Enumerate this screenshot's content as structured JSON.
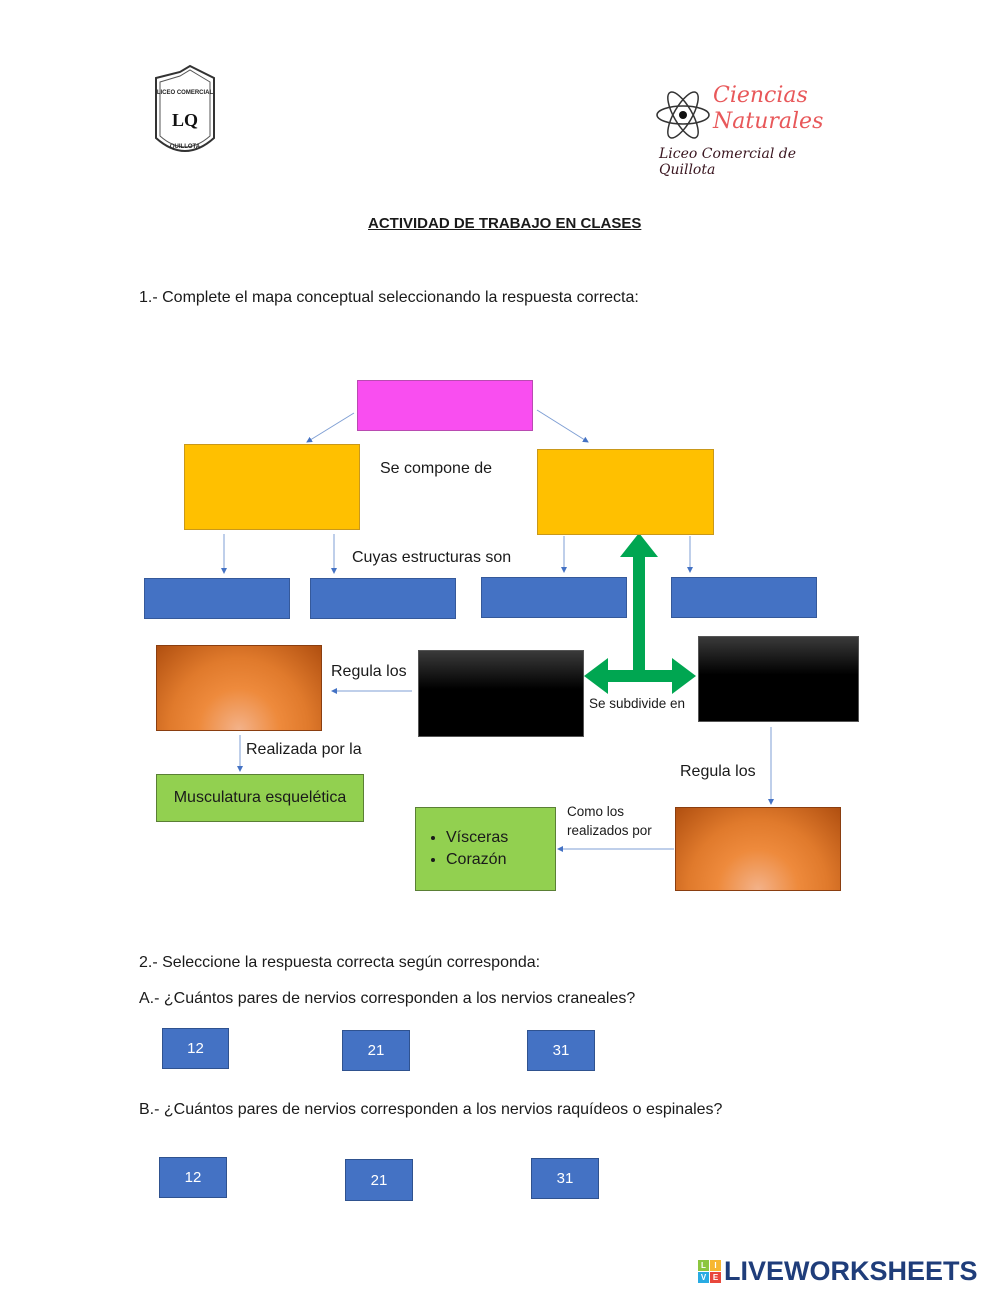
{
  "header": {
    "school_logo": {
      "top_text": "LICEO COMERCIAL",
      "bottom_text": "QUILLOTA",
      "monogram": "LCQ"
    },
    "science_logo": {
      "line1": "Ciencias",
      "line2": "Naturales",
      "line3": "Liceo Comercial de Quillota"
    }
  },
  "title": "ACTIVIDAD DE TRABAJO EN CLASES",
  "question1": {
    "prompt": "1.- Complete el mapa conceptual seleccionando la respuesta correcta:",
    "labels": {
      "se_compone_de": "Se compone de",
      "cuyas_estructuras_son": "Cuyas estructuras son",
      "regula_los_left": "Regula los",
      "realizada_por_la": "Realizada por la",
      "se_subdivide_en": "Se subdivide en",
      "regula_los_right": "Regula los",
      "como_los": "Como los",
      "realizados_por": "realizados por"
    },
    "filled_boxes": {
      "musculatura": "Musculatura esquelética",
      "visceras_list": [
        "Vísceras",
        "Corazón"
      ]
    },
    "colors": {
      "pink": "#f94ef0",
      "yellow": "#ffc000",
      "blue": "#4472c4",
      "green": "#92d050",
      "green_arrow": "#00a651",
      "orange": "#ee8a3c",
      "black": "#000000"
    }
  },
  "question2": {
    "prompt": "2.- Seleccione la respuesta correcta según corresponda:",
    "partA": {
      "question": "A.- ¿Cuántos pares de nervios corresponden a los nervios craneales?",
      "options": [
        "12",
        "21",
        "31"
      ]
    },
    "partB": {
      "question": "B.- ¿Cuántos pares de nervios corresponden a los nervios raquídeos o espinales?",
      "options": [
        "12",
        "21",
        "31"
      ]
    }
  },
  "footer": {
    "brand": "LIVEWORKSHEETS",
    "badge_letters": [
      "L",
      "I",
      "V",
      "E"
    ]
  }
}
